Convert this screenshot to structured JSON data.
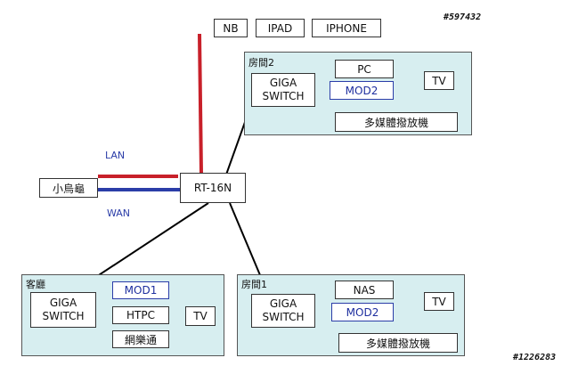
{
  "watermark_top": "#597432",
  "watermark_bottom": "#1226283",
  "devices_top": [
    "NB",
    "IPAD",
    "IPHONE"
  ],
  "router": "RT-16N",
  "modem": "小烏龜",
  "lan_label": "LAN",
  "wan_label": "WAN",
  "room2": {
    "label": "房間2",
    "switch": [
      "GIGA",
      "SWITCH"
    ],
    "pc": "PC",
    "mod": "MOD2",
    "tv": "TV",
    "player": "多媒體撥放機"
  },
  "living": {
    "label": "客廳",
    "switch": [
      "GIGA",
      "SWITCH"
    ],
    "mod": "MOD1",
    "htpc": "HTPC",
    "tv": "TV",
    "music": "網樂通"
  },
  "room1": {
    "label": "房間1",
    "switch": [
      "GIGA",
      "SWITCH"
    ],
    "nas": "NAS",
    "mod": "MOD2",
    "tv": "TV",
    "player": "多媒體撥放機"
  },
  "colors": {
    "lan": "#c8202a",
    "wan": "#2b3da8",
    "room_bg": "#d7eef0"
  }
}
